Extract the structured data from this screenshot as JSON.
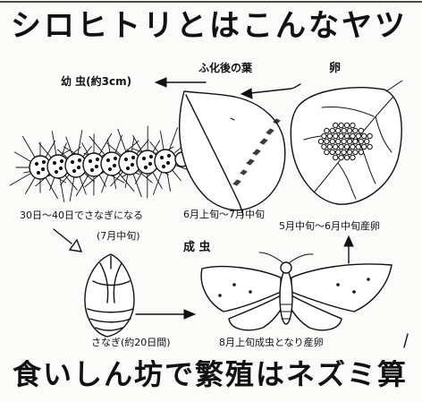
{
  "title": "シロヒトリとはこんなヤツ",
  "stages": {
    "larva": {
      "label": "幼 虫(約3cm)",
      "note": "30日～40日でさなぎになる",
      "note_date": "(7月中旬)"
    },
    "hatched_leaf": {
      "label": "ふ化後の葉",
      "period": "6月上旬～7月中旬"
    },
    "egg": {
      "label": "卵",
      "period": "5月中旬～6月中旬産卵"
    },
    "adult": {
      "label": "成 虫",
      "note": "8月上旬成虫となり産卵"
    },
    "pupa": {
      "note": "さなぎ(約20日間)"
    }
  },
  "footer": "食いしん坊で繁殖はネズミ算"
}
